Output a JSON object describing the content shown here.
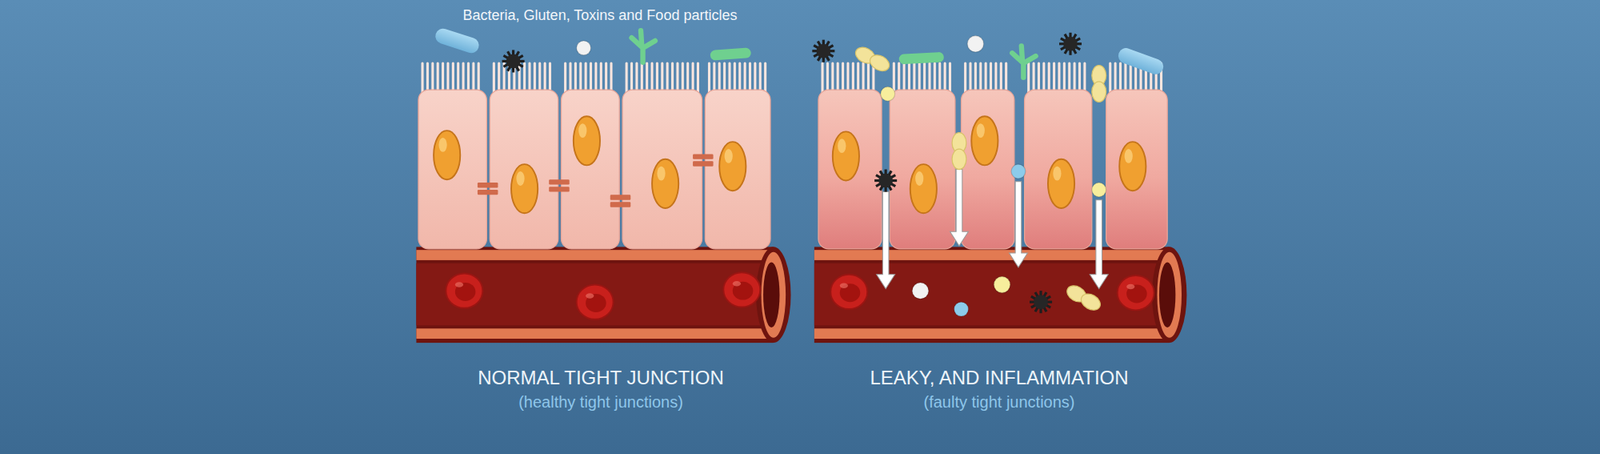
{
  "diagram": {
    "labels": [
      "Bacteria, Gluten, Toxins and Food particles",
      "NORMAL TIGHT JUNCTION",
      "(healthy tight junctions)",
      "LEAKY, AND INFLAMMATION",
      "(faulty tight junctions)"
    ]
  }
}
